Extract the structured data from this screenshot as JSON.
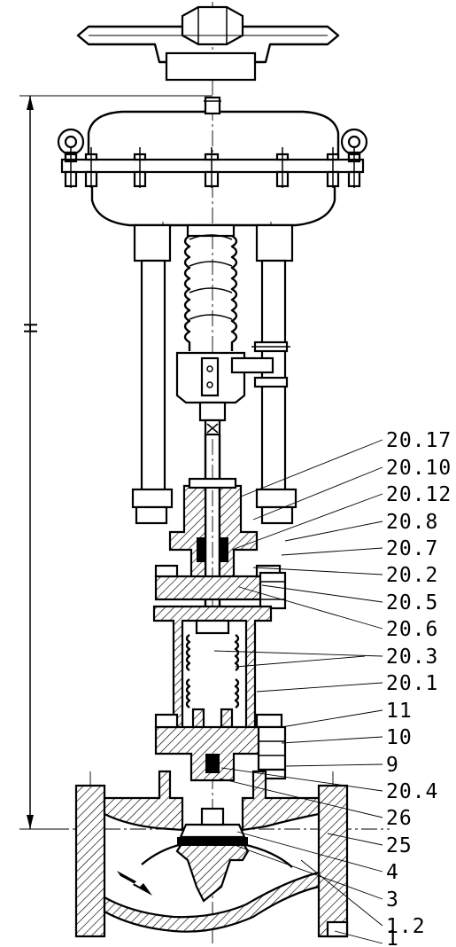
{
  "drawing": {
    "dimension_label": "H",
    "part_labels": [
      {
        "id": "p1",
        "text": "20.17"
      },
      {
        "id": "p2",
        "text": "20.10"
      },
      {
        "id": "p3",
        "text": "20.12"
      },
      {
        "id": "p4",
        "text": "20.8"
      },
      {
        "id": "p5",
        "text": "20.7"
      },
      {
        "id": "p6",
        "text": "20.2"
      },
      {
        "id": "p7",
        "text": "20.5"
      },
      {
        "id": "p8",
        "text": "20.6"
      },
      {
        "id": "p9",
        "text": "20.3"
      },
      {
        "id": "p10",
        "text": "20.1"
      },
      {
        "id": "p11",
        "text": "11"
      },
      {
        "id": "p12",
        "text": "10"
      },
      {
        "id": "p13",
        "text": "9"
      },
      {
        "id": "p14",
        "text": "20.4"
      },
      {
        "id": "p15",
        "text": "26"
      },
      {
        "id": "p16",
        "text": "25"
      },
      {
        "id": "p17",
        "text": "4"
      },
      {
        "id": "p18",
        "text": "3"
      },
      {
        "id": "p19",
        "text": "1.2"
      },
      {
        "id": "p20",
        "text": "1"
      }
    ]
  }
}
